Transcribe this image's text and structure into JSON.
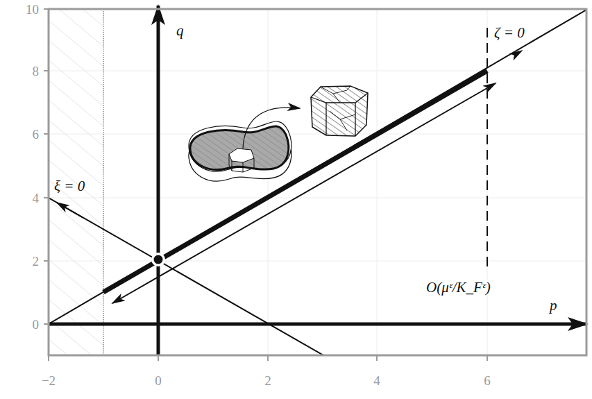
{
  "diagram": {
    "labels": [
      "10",
      "8",
      "6",
      "4",
      "2",
      "0",
      "−2",
      "0",
      "2",
      "4",
      "6",
      "q",
      "p",
      "ξ = 0",
      "ζ = 0",
      "O(μᵋ/K_Fᵋ)"
    ]
  }
}
